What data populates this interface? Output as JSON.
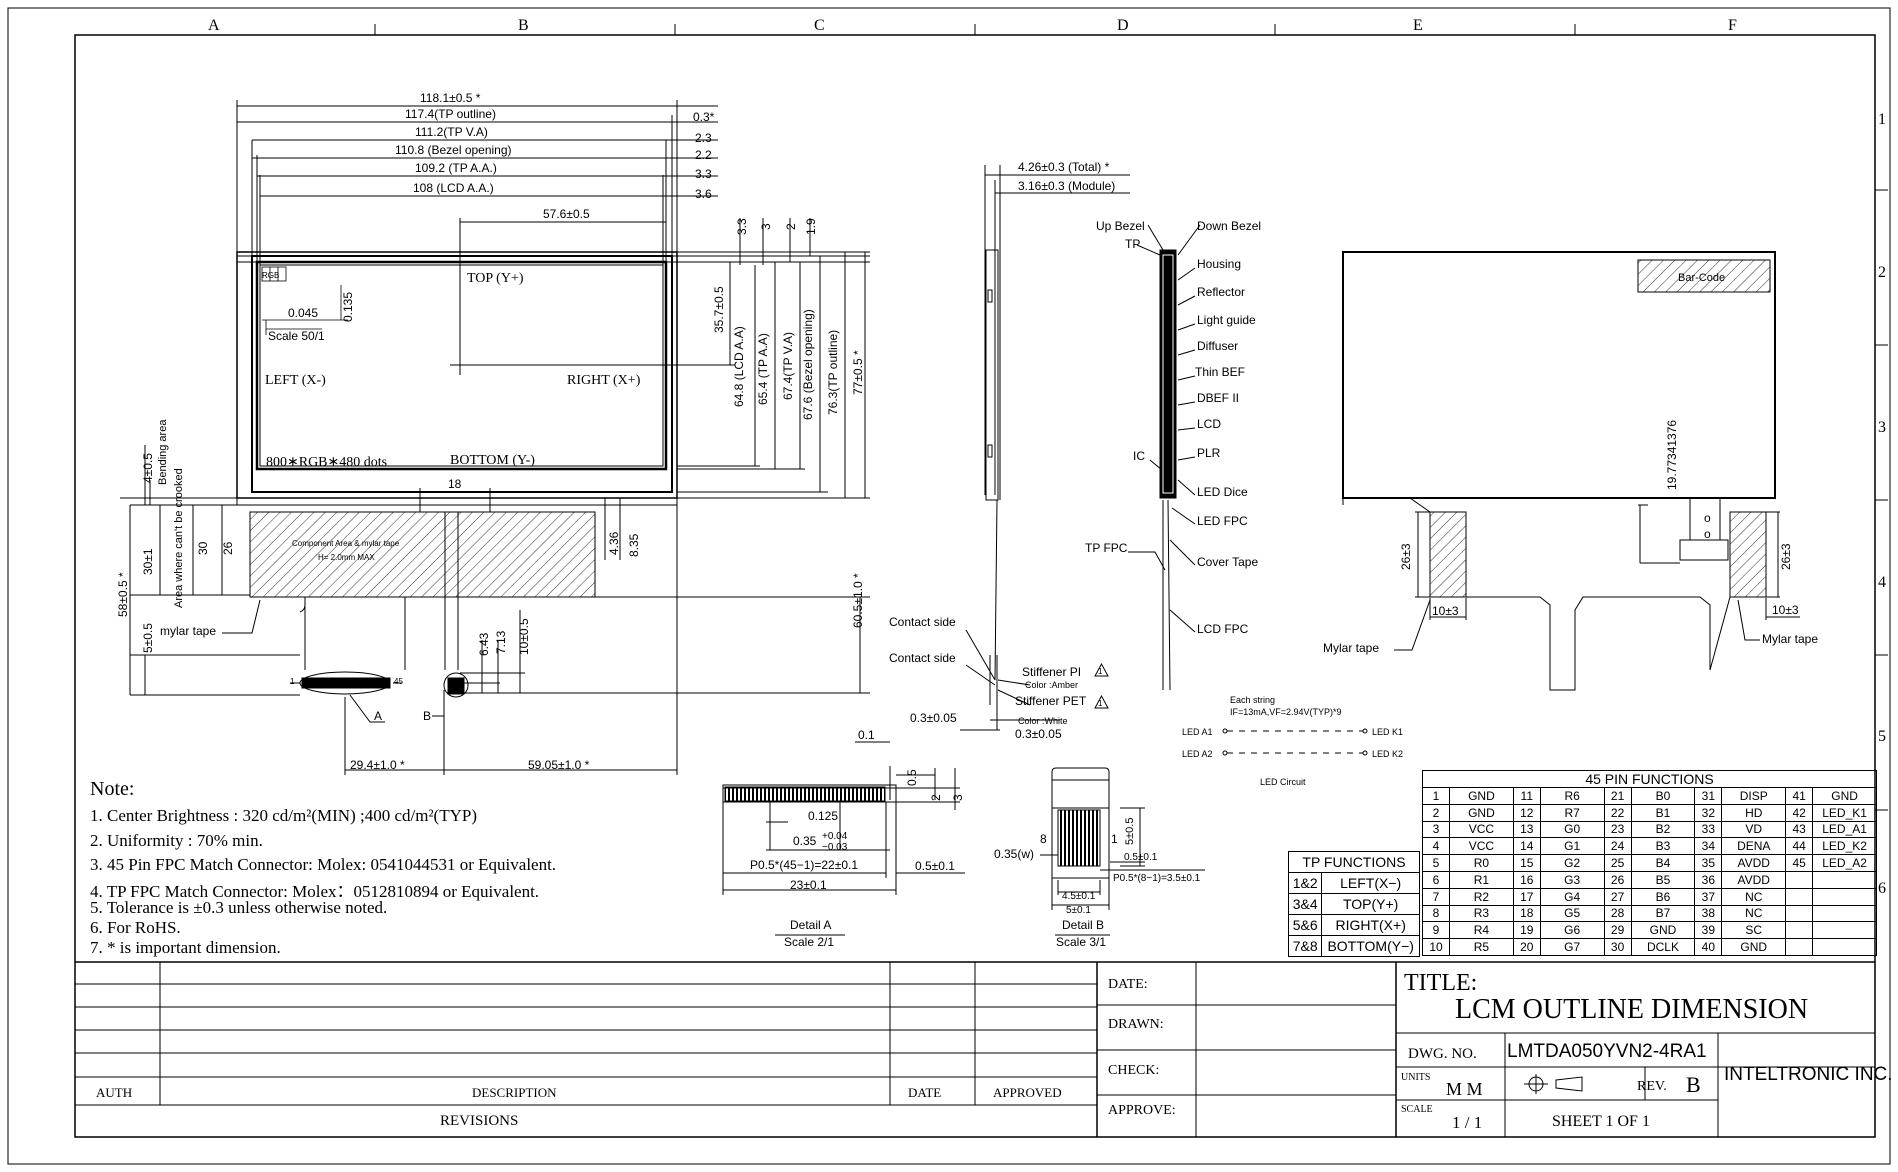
{
  "grid": {
    "columns": [
      "A",
      "B",
      "C",
      "D",
      "E",
      "F"
    ],
    "rows": [
      "1",
      "2",
      "3",
      "4",
      "5",
      "6"
    ]
  },
  "front_view": {
    "dims_top": [
      "118.1±0.5  *",
      "117.4(TP outline)",
      "111.2(TP V.A)",
      "110.8 (Bezel opening)",
      "109.2 (TP A.A.)",
      "108 (LCD A.A.)",
      "57.6±0.5"
    ],
    "dims_right_small": [
      "0.3*",
      "2.3",
      "2.2",
      "3.3",
      "3.6"
    ],
    "dims_top_vertical": [
      "3.3",
      "3",
      "2",
      "1.9"
    ],
    "dims_vertical": [
      "35.7±0.5",
      "64.8 (LCD A.A)",
      "65.4 (TP A.A)",
      "67.4(TP V.A)",
      "67.6 (Bezel opening)",
      "76.3(TP outline)",
      "77±0.5 *",
      "60.5±1.0 *"
    ],
    "labels": {
      "top": "TOP (Y+)",
      "left": "LEFT (X-)",
      "right": "RIGHT (X+)",
      "bottom": "BOTTOM (Y-)",
      "rgb": "RGB",
      "res": "800∗RGB∗480 dots",
      "d0045": "0.045",
      "d0135": "0.135",
      "scale": "Scale 50/1"
    },
    "fpc": {
      "d18": "18",
      "d436": "4.36",
      "d835": "8.35",
      "d30": "30",
      "d26": "26",
      "bending": "Bending area",
      "d4": "4±0.5",
      "crooked": "Area where can't be crooked",
      "d30b": "30±1",
      "d58": "58±0.5 *",
      "d5": "5±0.5",
      "mylar": "mylar tape",
      "component": "Component Area & mylar tape",
      "height": "H= 2.0mm MAX",
      "d643": "6.43",
      "d713": "7.13",
      "d10": "10±0.5",
      "pin1": "1",
      "pin45": "45",
      "detA": "A",
      "detB": "B",
      "d294": "29.4±1.0  *",
      "d5905": "59.05±1.0  *"
    }
  },
  "side_view": {
    "d426": "4.26±0.3 (Total)  *",
    "d316": "3.16±0.3 (Module)",
    "contact1": "Contact side",
    "contact2": "Contact side",
    "stiff_pi": "Stiffener PI",
    "color_amber": "Color :Amber",
    "stiff_pet": "Stiffener PET",
    "color_white": "Color :White",
    "d03a": "0.3±0.05",
    "d03b": "0.3±0.05",
    "warn": "1"
  },
  "layers": {
    "left": [
      "Up Bezel",
      "TP",
      "IC",
      "TP FPC"
    ],
    "right": [
      "Down Bezel",
      "Housing",
      "Reflector",
      "Light guide",
      "Diffuser",
      "Thin BEF",
      "DBEF II",
      "LCD",
      "PLR",
      "LED Dice",
      "LED FPC",
      "Cover Tape",
      "LCD FPC"
    ]
  },
  "led": {
    "each": "Each string",
    "spec": "IF=13mA,VF=2.94V(TYP)*9",
    "a1": "LED A1",
    "a2": "LED A2",
    "k1": "LED K1",
    "k2": "LED K2",
    "circuit": "LED Circuit"
  },
  "back_view": {
    "barcode": "Bar-Code",
    "d1977": "19.77341376",
    "d26a": "26±3",
    "d26b": "26±3",
    "d10a": "10±3",
    "d10b": "10±3",
    "mylar_l": "Mylar tape",
    "mylar_r": "Mylar tape",
    "o": "o"
  },
  "detail_a": {
    "d01": "0.1",
    "d05": "0.5",
    "d2": "2",
    "d3": "3",
    "d0125": "0.125",
    "d035": "0.35",
    "tol_up": "+0.04",
    "tol_dn": "−0.03",
    "pitch": "P0.5*(45−1)=22±0.1",
    "d05b": "0.5±0.1",
    "d23": "23±0.1",
    "title": "Detail A",
    "scale": "Scale 2/1"
  },
  "detail_b": {
    "d035w": "0.35(w)",
    "n8": "8",
    "n1": "1",
    "d5": "5±0.5",
    "d05": "0.5±0.1",
    "pitch": "P0.5*(8−1)=3.5±0.1",
    "d45": "4.5±0.1",
    "d5b": "5±0.1",
    "title": "Detail B",
    "scale": "Scale 3/1"
  },
  "notes": {
    "title": "Note:",
    "lines": [
      "1. Center Brightness :  320 cd/m²(MIN) ;400 cd/m²(TYP)",
      "2. Uniformity : 70% min.",
      "3. 45 Pin FPC Match Connector: Molex: 0541044531 or Equivalent.",
      "4. TP FPC Match Connector: Molex：0512810894 or Equivalent.",
      "5. Tolerance is ±0.3 unless otherwise noted.",
      "6. For RoHS.",
      "7. *  is important dimension."
    ]
  },
  "tp_functions": {
    "title": "TP  FUNCTIONS",
    "rows": [
      [
        "1&2",
        "LEFT(X−)"
      ],
      [
        "3&4",
        "TOP(Y+)"
      ],
      [
        "5&6",
        "RIGHT(X+)"
      ],
      [
        "7&8",
        "BOTTOM(Y−)"
      ]
    ]
  },
  "pin_functions": {
    "title": "45  PIN  FUNCTIONS",
    "rows": [
      [
        "1",
        "GND",
        "11",
        "R6",
        "21",
        "B0",
        "31",
        "DISP",
        "41",
        "GND"
      ],
      [
        "2",
        "GND",
        "12",
        "R7",
        "22",
        "B1",
        "32",
        "HD",
        "42",
        "LED_K1"
      ],
      [
        "3",
        "VCC",
        "13",
        "G0",
        "23",
        "B2",
        "33",
        "VD",
        "43",
        "LED_A1"
      ],
      [
        "4",
        "VCC",
        "14",
        "G1",
        "24",
        "B3",
        "34",
        "DENA",
        "44",
        "LED_K2"
      ],
      [
        "5",
        "R0",
        "15",
        "G2",
        "25",
        "B4",
        "35",
        "AVDD",
        "45",
        "LED_A2"
      ],
      [
        "6",
        "R1",
        "16",
        "G3",
        "26",
        "B5",
        "36",
        "AVDD",
        "",
        ""
      ],
      [
        "7",
        "R2",
        "17",
        "G4",
        "27",
        "B6",
        "37",
        "NC",
        "",
        ""
      ],
      [
        "8",
        "R3",
        "18",
        "G5",
        "28",
        "B7",
        "38",
        "NC",
        "",
        ""
      ],
      [
        "9",
        "R4",
        "19",
        "G6",
        "29",
        "GND",
        "39",
        "SC",
        "",
        ""
      ],
      [
        "10",
        "R5",
        "20",
        "G7",
        "30",
        "DCLK",
        "40",
        "GND",
        "",
        ""
      ]
    ]
  },
  "title_block": {
    "auth": "AUTH",
    "description": "DESCRIPTION",
    "date_col": "DATE",
    "approved": "APPROVED",
    "revisions": "REVISIONS",
    "date": "DATE:",
    "drawn": "DRAWN:",
    "check": "CHECK:",
    "approve": "APPROVE:",
    "title_label": "TITLE:",
    "title": "LCM OUTLINE DIMENSION",
    "dwg_label": "DWG. NO.",
    "dwg_no": "LMTDA050YVN2-4RA1",
    "units_label": "UNITS",
    "units": "M M",
    "rev_label": "REV.",
    "rev": "B",
    "company": "INTELTRONIC INC.",
    "scale_label": "SCALE",
    "scale": "1 / 1",
    "sheet": "SHEET  1  OF  1"
  }
}
